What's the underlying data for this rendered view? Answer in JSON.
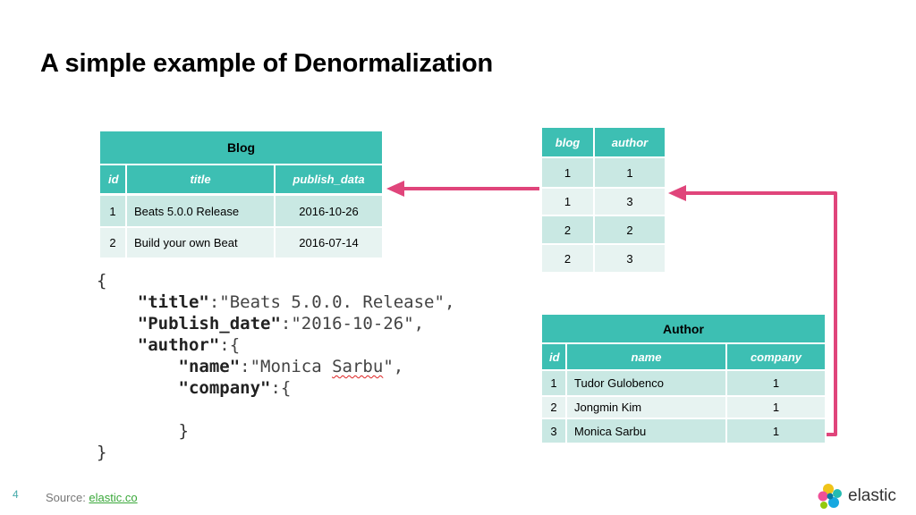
{
  "title": "A simple example of Denormalization",
  "blog_table": {
    "caption": "Blog",
    "columns": [
      "id",
      "title",
      "publish_data"
    ],
    "rows": [
      [
        "1",
        "Beats 5.0.0 Release",
        "2016-10-26"
      ],
      [
        "2",
        "Build your own Beat",
        "2016-07-14"
      ]
    ]
  },
  "blog_author_table": {
    "columns": [
      "blog",
      "author"
    ],
    "rows": [
      [
        "1",
        "1"
      ],
      [
        "1",
        "3"
      ],
      [
        "2",
        "2"
      ],
      [
        "2",
        "3"
      ]
    ]
  },
  "author_table": {
    "caption": "Author",
    "columns": [
      "id",
      "name",
      "company"
    ],
    "rows": [
      [
        "1",
        "Tudor Gulobenco",
        "1"
      ],
      [
        "2",
        "Jongmin Kim",
        "1"
      ],
      [
        "3",
        "Monica Sarbu",
        "1"
      ]
    ]
  },
  "code": {
    "open": "{",
    "title_key": "\"title\"",
    "title_val": ":\"Beats 5.0.0. Release\",",
    "publish_key": "\"Publish_date\"",
    "publish_val": ":\"2016-10-26\",",
    "author_key": "\"author\"",
    "author_open": ":{",
    "name_key": "\"name\"",
    "name_val_a": ":\"Monica ",
    "name_val_b": "Sarbu",
    "name_val_c": "\",",
    "company_key": "\"company\"",
    "company_open": ":{",
    "inner_close": "}",
    "outer_close": "}"
  },
  "footer": {
    "page_number": "4",
    "source_label": "Source: ",
    "source_link": "elastic.co",
    "logo_text": "elastic"
  },
  "colors": {
    "header": "#3dbfb3",
    "row_dark": "#c9e8e3",
    "row_light": "#e7f3f1",
    "arrow": "#e0457b"
  }
}
